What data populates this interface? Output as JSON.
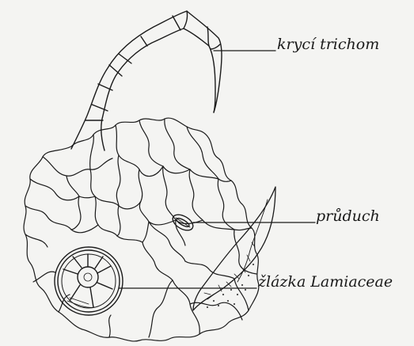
{
  "labels": {
    "trichome": "krycí trichom",
    "stoma": "průduch",
    "gland": "žlázka Lamiaceae"
  },
  "colors": {
    "background": "#f4f4f2",
    "ink": "#1a1a1a"
  }
}
